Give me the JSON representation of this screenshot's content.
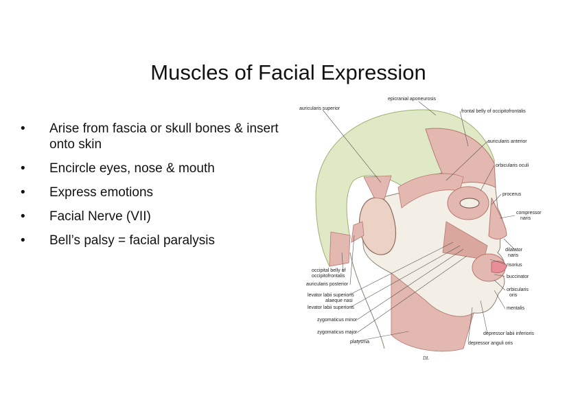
{
  "slide": {
    "title": "Muscles of Facial Expression",
    "bullets": [
      "Arise from fascia or skull bones & insert onto skin",
      "Encircle eyes, nose & mouth",
      "Express emotions",
      "Facial Nerve (VII)",
      "Bell’s palsy = facial paralysis"
    ]
  },
  "figure": {
    "labels_left": [
      "auricularis superior",
      "occipital belly of",
      "occipitofrontalis",
      "auricularis posterior",
      "levator labii superioris",
      "alaeque nasi",
      "levator labii superioris",
      "zygomaticus minor",
      "zygomaticus major",
      "platysma"
    ],
    "labels_right": [
      "epicranial aponeurosis",
      "frontal belly of occipitofrontalis",
      "auricularis anterior",
      "orbicularis oculi",
      "procerus",
      "compressor",
      "naris",
      "dilatator",
      "naris",
      "risorius",
      "buccinator",
      "orbicularis",
      "oris",
      "mentalis",
      "depressor labii inferioris",
      "depressor anguli oris"
    ],
    "signature": "DL",
    "colors": {
      "aponeurosis": "#dfe9c6",
      "muscle": "#e3b8b0",
      "muscle_dark": "#b8766c",
      "bone": "#f3efe6",
      "line": "#555555"
    }
  }
}
